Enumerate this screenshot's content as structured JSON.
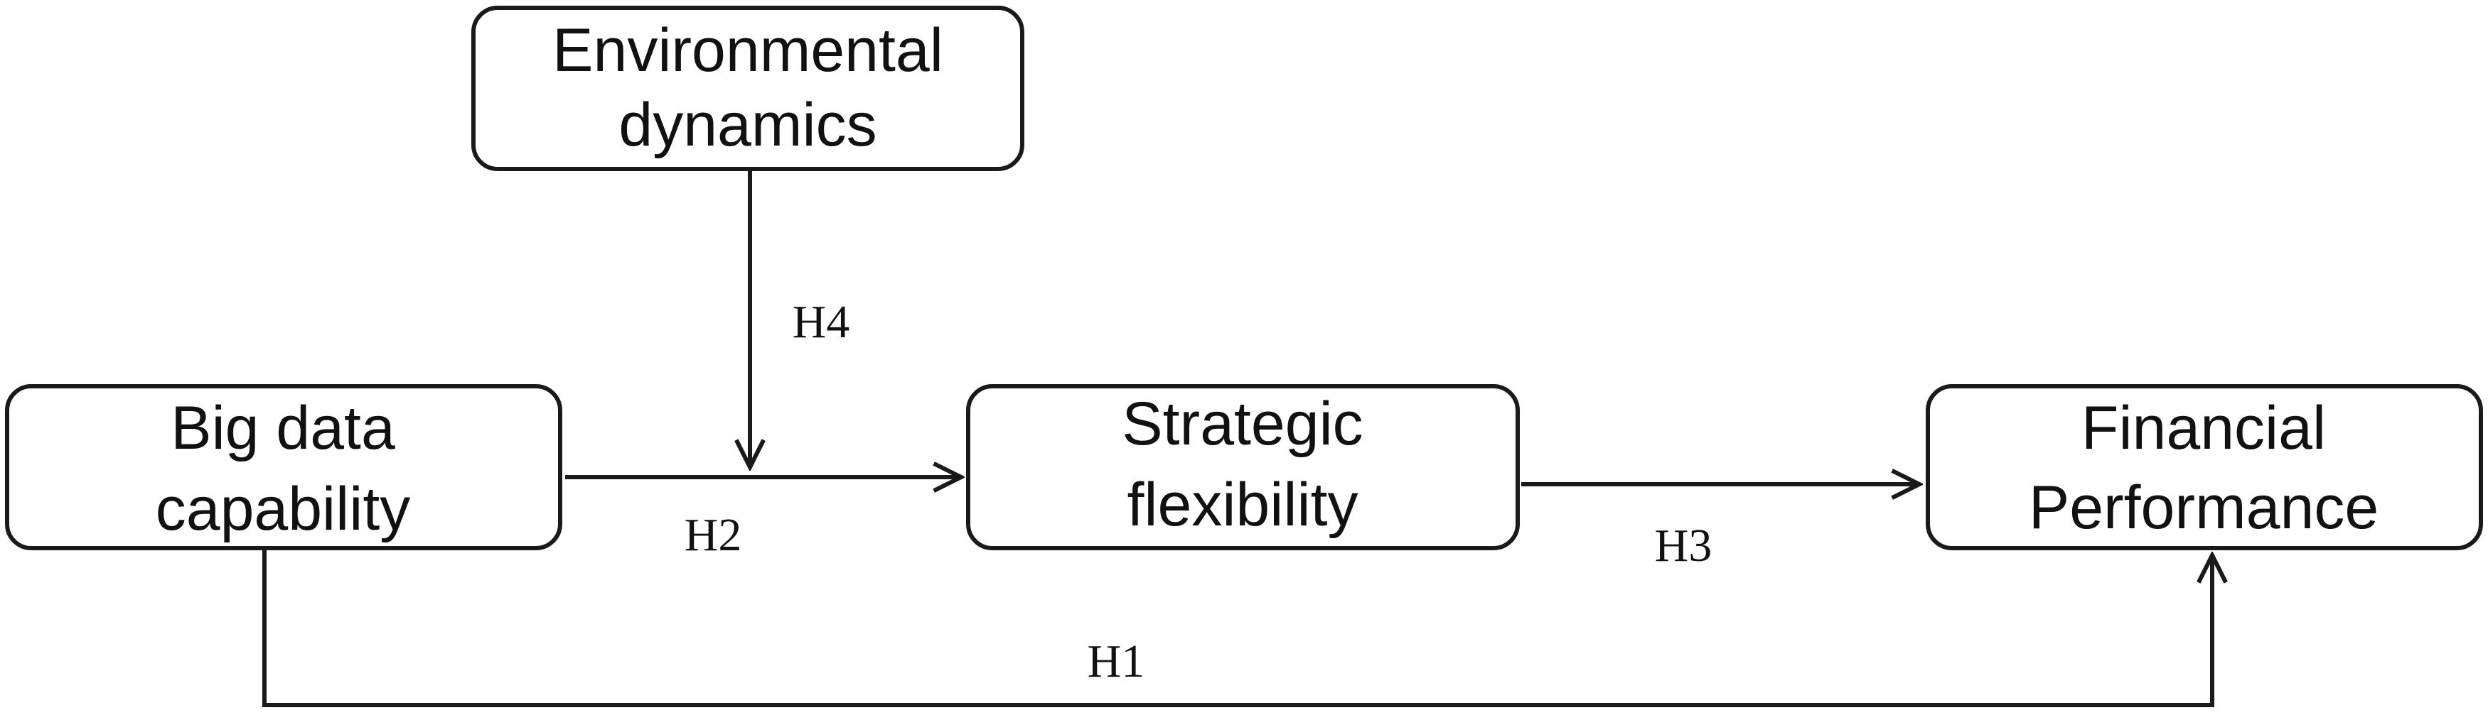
{
  "nodes": {
    "environmental_dynamics": {
      "line1": "Environmental",
      "line2": "dynamics"
    },
    "big_data_capability": {
      "line1": "Big data",
      "line2": "capability"
    },
    "strategic_flexibility": {
      "line1": "Strategic",
      "line2": "flexibility"
    },
    "financial_performance": {
      "line1": "Financial",
      "line2": "Performance"
    }
  },
  "edges": {
    "h1": {
      "label": "H1",
      "from": "Big data capability",
      "to": "Financial Performance"
    },
    "h2": {
      "label": "H2",
      "from": "Big data capability",
      "to": "Strategic flexibility"
    },
    "h3": {
      "label": "H3",
      "from": "Strategic flexibility",
      "to": "Financial Performance"
    },
    "h4": {
      "label": "H4",
      "from": "Environmental dynamics",
      "to": "H2 path"
    }
  },
  "colors": {
    "stroke": "#1a1a1a",
    "text": "#111111",
    "background": "#ffffff"
  }
}
